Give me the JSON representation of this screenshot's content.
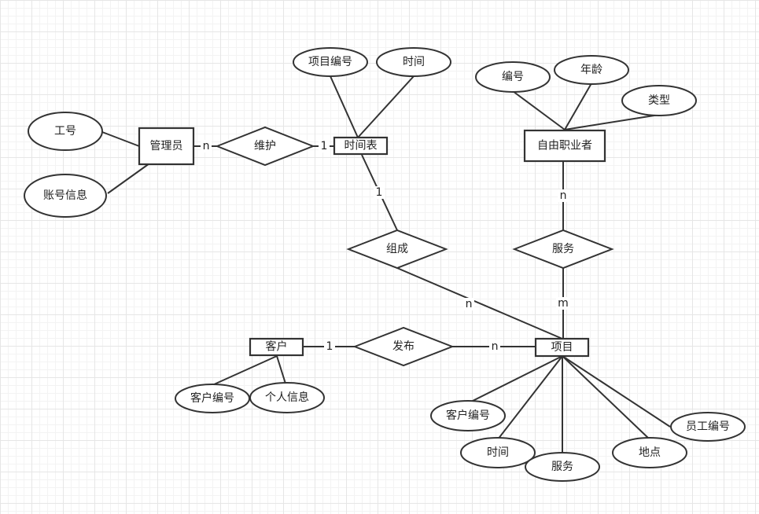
{
  "entities": {
    "admin": "管理员",
    "timetable": "时间表",
    "freelancer": "自由职业者",
    "customer": "客户",
    "project": "项目"
  },
  "relationships": {
    "maintain": "维护",
    "compose": "组成",
    "serve": "服务",
    "publish": "发布"
  },
  "attributes": {
    "admin_id": "工号",
    "admin_account": "账号信息",
    "tt_project_id": "项目编号",
    "tt_time": "时间",
    "fl_id": "编号",
    "fl_age": "年龄",
    "fl_type": "类型",
    "cu_id": "客户编号",
    "cu_info": "个人信息",
    "pr_customer_id": "客户编号",
    "pr_time": "时间",
    "pr_service": "服务",
    "pr_location": "地点",
    "pr_employee_id": "员工编号"
  },
  "cardinalities": {
    "admin_maintain": "n",
    "maintain_timetable": "1",
    "timetable_compose": "1",
    "compose_project": "n",
    "freelancer_serve": "n",
    "serve_project": "m",
    "customer_publish": "1",
    "publish_project": "n"
  }
}
